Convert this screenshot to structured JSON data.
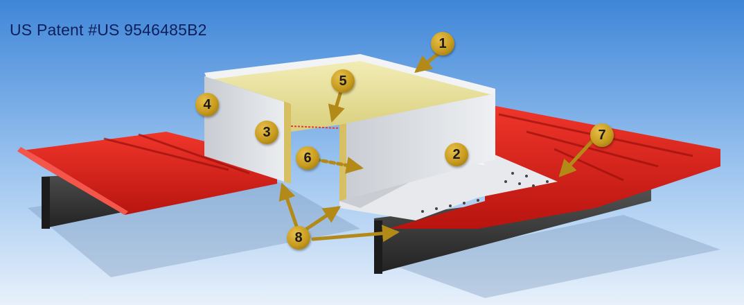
{
  "title": "US Patent #US 9546485B2",
  "callouts": [
    {
      "id": "1",
      "label": "1"
    },
    {
      "id": "2",
      "label": "2"
    },
    {
      "id": "3",
      "label": "3"
    },
    {
      "id": "4",
      "label": "4"
    },
    {
      "id": "5",
      "label": "5"
    },
    {
      "id": "6",
      "label": "6"
    },
    {
      "id": "7",
      "label": "7"
    },
    {
      "id": "8",
      "label": "8"
    }
  ],
  "colors": {
    "sky_top": "#3f86d8",
    "sky_bottom": "#e8f1fb",
    "roof_panel": "#e0261d",
    "curb_wall": "#d9dde2",
    "insulation": "#e9e2a0",
    "steel": "#3b3b3b",
    "callout_gold": "#c79b1e",
    "arrow_gold": "#b38a17"
  }
}
